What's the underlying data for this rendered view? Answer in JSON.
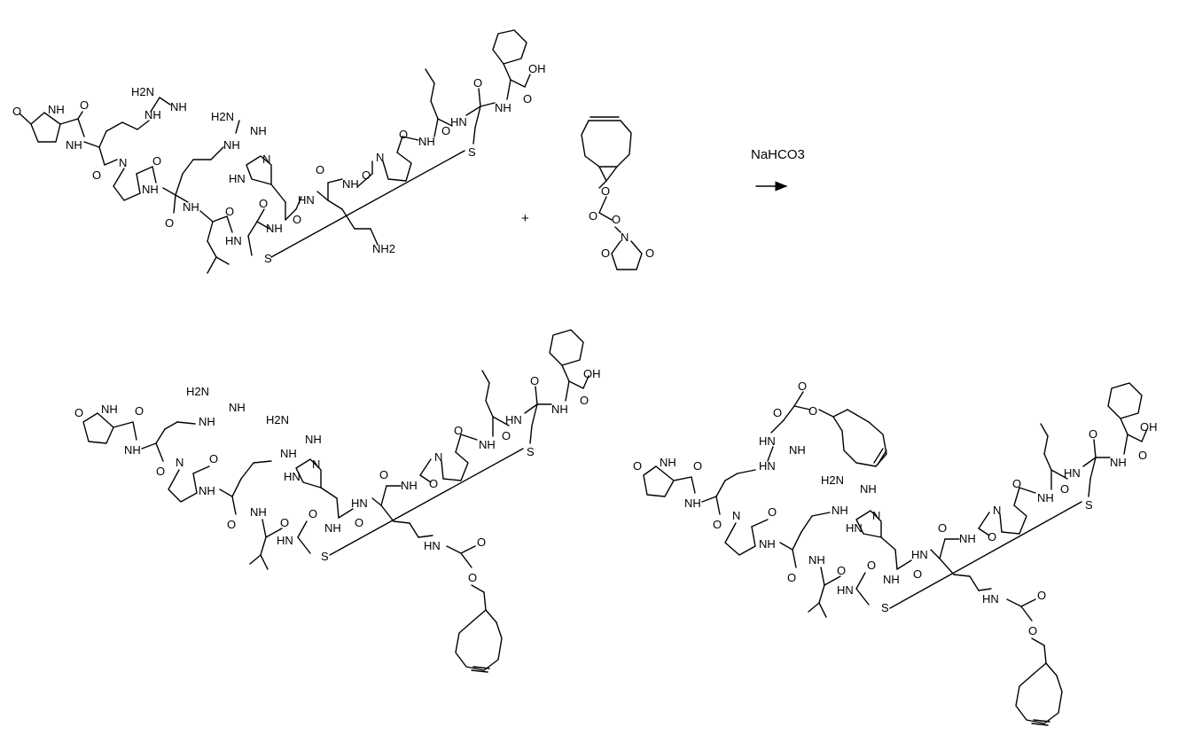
{
  "reaction": {
    "reagent_label": "NaHCO3",
    "plus_sign": "+"
  },
  "atom_labels": {
    "NH": "NH",
    "HN": "HN",
    "N": "N",
    "O": "O",
    "S": "S",
    "OH": "OH",
    "NH2": "NH2",
    "H2N": "H2N"
  },
  "structures": [
    {
      "id": "peptide-starting-material",
      "amine": "NH2"
    },
    {
      "id": "bcn-nhs-carbonate-reagent"
    },
    {
      "id": "mono-bcn-conjugate-product"
    },
    {
      "id": "bis-bcn-conjugate-product"
    }
  ],
  "colors": {
    "ink": "#000000",
    "background": "#ffffff"
  }
}
